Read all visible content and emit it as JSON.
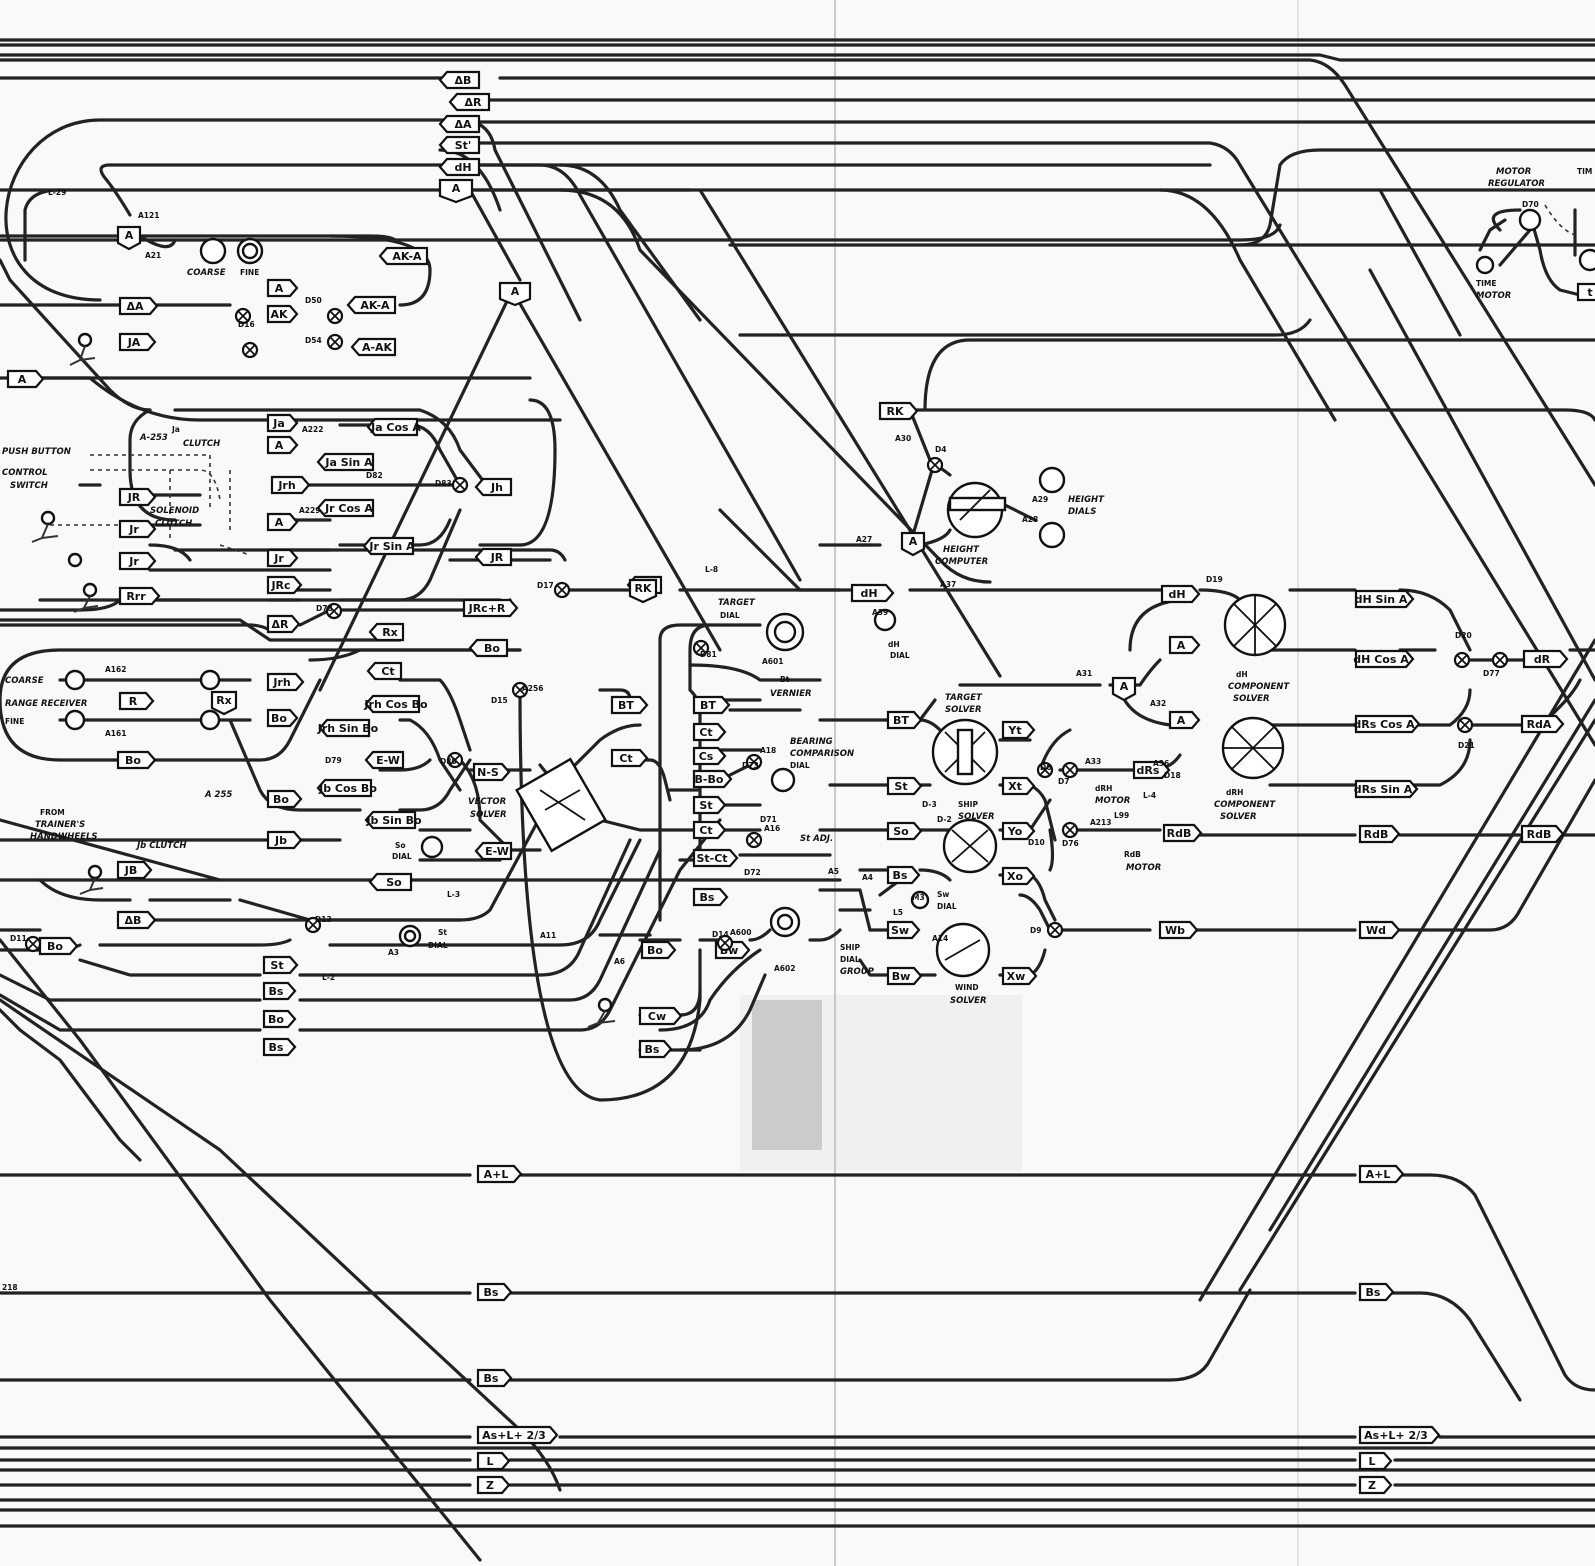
{
  "diagram": {
    "bus_tags_top": [
      "ΔB",
      "ΔR",
      "ΔA",
      "St'",
      "dH",
      "A"
    ],
    "flags": [
      {
        "text": "ΔB"
      },
      {
        "text": "ΔR"
      },
      {
        "text": "ΔA"
      },
      {
        "text": "St'"
      },
      {
        "text": "dH"
      },
      {
        "text": "A"
      },
      {
        "text": "A"
      },
      {
        "text": "AK-A"
      },
      {
        "text": "A"
      },
      {
        "text": "ΔA"
      },
      {
        "text": "AK"
      },
      {
        "text": "AK-A"
      },
      {
        "text": "JA"
      },
      {
        "text": "A-AK"
      },
      {
        "text": "A"
      },
      {
        "text": "A"
      },
      {
        "text": "Ja"
      },
      {
        "text": "Ja Cos A"
      },
      {
        "text": "A"
      },
      {
        "text": "Ja Sin A"
      },
      {
        "text": "Jrh"
      },
      {
        "text": "Jh"
      },
      {
        "text": "JR"
      },
      {
        "text": "Jr Cos A"
      },
      {
        "text": "Jr"
      },
      {
        "text": "A"
      },
      {
        "text": "Jr Sin A"
      },
      {
        "text": "JR"
      },
      {
        "text": "Jr"
      },
      {
        "text": "Jr"
      },
      {
        "text": "JRc"
      },
      {
        "text": "JRc+R"
      },
      {
        "text": "Rrr"
      },
      {
        "text": "ΔR"
      },
      {
        "text": "Rx"
      },
      {
        "text": "Rx"
      },
      {
        "text": "Bo"
      },
      {
        "text": "Ct"
      },
      {
        "text": "Jrh"
      },
      {
        "text": "Rx"
      },
      {
        "text": "Jrh Cos Bo"
      },
      {
        "text": "R"
      },
      {
        "text": "Bo"
      },
      {
        "text": "Jrh Sin Bo"
      },
      {
        "text": "Bo"
      },
      {
        "text": "E-W"
      },
      {
        "text": "N-S"
      },
      {
        "text": "Jb Cos Bo"
      },
      {
        "text": "Bo"
      },
      {
        "text": "Jb Sin Bo"
      },
      {
        "text": "Jb"
      },
      {
        "text": "E-W"
      },
      {
        "text": "JB"
      },
      {
        "text": "So"
      },
      {
        "text": "ΔB"
      },
      {
        "text": "Bo"
      },
      {
        "text": "St"
      },
      {
        "text": "Bs"
      },
      {
        "text": "Bo"
      },
      {
        "text": "Bs"
      },
      {
        "text": "BT"
      },
      {
        "text": "Ct"
      },
      {
        "text": "BT"
      },
      {
        "text": "Ct"
      },
      {
        "text": "Cs"
      },
      {
        "text": "B-Bo"
      },
      {
        "text": "St"
      },
      {
        "text": "Ct"
      },
      {
        "text": "St-Ct"
      },
      {
        "text": "Bs"
      },
      {
        "text": "Bo"
      },
      {
        "text": "Bw"
      },
      {
        "text": "Cw"
      },
      {
        "text": "Bs"
      },
      {
        "text": "RK"
      },
      {
        "text": "RK"
      },
      {
        "text": "A"
      },
      {
        "text": "dH"
      },
      {
        "text": "BT"
      },
      {
        "text": "St"
      },
      {
        "text": "So"
      },
      {
        "text": "Bs"
      },
      {
        "text": "Sw"
      },
      {
        "text": "Bw"
      },
      {
        "text": "Yt"
      },
      {
        "text": "Xt"
      },
      {
        "text": "Yo"
      },
      {
        "text": "Xo"
      },
      {
        "text": "Xw"
      },
      {
        "text": "A"
      },
      {
        "text": "dH"
      },
      {
        "text": "A"
      },
      {
        "text": "A"
      },
      {
        "text": "dRs"
      },
      {
        "text": "RdB"
      },
      {
        "text": "Wb"
      },
      {
        "text": "dH Sin A"
      },
      {
        "text": "dH Cos A"
      },
      {
        "text": "dRs Cos A"
      },
      {
        "text": "dRs Sin A"
      },
      {
        "text": "RdB"
      },
      {
        "text": "Wd"
      },
      {
        "text": "dR"
      },
      {
        "text": "RdA"
      },
      {
        "text": "RdB"
      },
      {
        "text": "A+L"
      },
      {
        "text": "Bs"
      },
      {
        "text": "Bs"
      },
      {
        "text": "As+L+ 2/3"
      },
      {
        "text": "L"
      },
      {
        "text": "Z"
      },
      {
        "text": "A+L"
      },
      {
        "text": "Bs"
      },
      {
        "text": "As+L+ 2/3"
      },
      {
        "text": "L"
      },
      {
        "text": "Z"
      },
      {
        "text": "t"
      }
    ],
    "labels": [
      {
        "text": "L-29"
      },
      {
        "text": "A121"
      },
      {
        "text": "A21"
      },
      {
        "text": "COARSE"
      },
      {
        "text": "FINE"
      },
      {
        "text": "D16"
      },
      {
        "text": "D50"
      },
      {
        "text": "D54"
      },
      {
        "text": "A-253"
      },
      {
        "text": "Ja"
      },
      {
        "text": "CLUTCH"
      },
      {
        "text": "PUSH BUTTON"
      },
      {
        "text": "CONTROL"
      },
      {
        "text": "SWITCH"
      },
      {
        "text": "SOLENOID"
      },
      {
        "text": "CLUTCH"
      },
      {
        "text": "A222"
      },
      {
        "text": "D82"
      },
      {
        "text": "D83"
      },
      {
        "text": "A229"
      },
      {
        "text": "D17"
      },
      {
        "text": "D78"
      },
      {
        "text": "L-8"
      },
      {
        "text": "COARSE"
      },
      {
        "text": "A162"
      },
      {
        "text": "RANGE RECEIVER"
      },
      {
        "text": "FINE"
      },
      {
        "text": "A161"
      },
      {
        "text": "D79"
      },
      {
        "text": "D80"
      },
      {
        "text": "D15"
      },
      {
        "text": "A256"
      },
      {
        "text": "VECTOR"
      },
      {
        "text": "SOLVER"
      },
      {
        "text": "FROM"
      },
      {
        "text": "TRAINER'S"
      },
      {
        "text": "HANDWHEELS"
      },
      {
        "text": "Jb CLUTCH"
      },
      {
        "text": "A 255"
      },
      {
        "text": "So"
      },
      {
        "text": "DIAL"
      },
      {
        "text": "L-3"
      },
      {
        "text": "D11"
      },
      {
        "text": "D13"
      },
      {
        "text": "St"
      },
      {
        "text": "DIAL"
      },
      {
        "text": "A3"
      },
      {
        "text": "L-2"
      },
      {
        "text": "A11"
      },
      {
        "text": "TARGET"
      },
      {
        "text": "DIAL"
      },
      {
        "text": "D81"
      },
      {
        "text": "A601"
      },
      {
        "text": "Bt"
      },
      {
        "text": "VERNIER"
      },
      {
        "text": "A18"
      },
      {
        "text": "D73"
      },
      {
        "text": "BEARING"
      },
      {
        "text": "COMPARISON"
      },
      {
        "text": "DIAL"
      },
      {
        "text": "D71"
      },
      {
        "text": "St ADJ."
      },
      {
        "text": "D72"
      },
      {
        "text": "A16"
      },
      {
        "text": "A5"
      },
      {
        "text": "A6"
      },
      {
        "text": "D14"
      },
      {
        "text": "A600"
      },
      {
        "text": "A602"
      },
      {
        "text": "SHIP"
      },
      {
        "text": "DIAL"
      },
      {
        "text": "GROUP"
      },
      {
        "text": "A30"
      },
      {
        "text": "D4"
      },
      {
        "text": "A27"
      },
      {
        "text": "HEIGHT"
      },
      {
        "text": "COMPUTER"
      },
      {
        "text": "A29"
      },
      {
        "text": "A28"
      },
      {
        "text": "HEIGHT"
      },
      {
        "text": "DIALS"
      },
      {
        "text": "A37"
      },
      {
        "text": "A39"
      },
      {
        "text": "dH"
      },
      {
        "text": "DIAL"
      },
      {
        "text": "TARGET"
      },
      {
        "text": "SOLVER"
      },
      {
        "text": "D-3"
      },
      {
        "text": "D-2"
      },
      {
        "text": "SHIP"
      },
      {
        "text": "SOLVER"
      },
      {
        "text": "A4"
      },
      {
        "text": "L5"
      },
      {
        "text": "M3"
      },
      {
        "text": "Sw"
      },
      {
        "text": "DIAL"
      },
      {
        "text": "A14"
      },
      {
        "text": "WIND"
      },
      {
        "text": "SOLVER"
      },
      {
        "text": "D6"
      },
      {
        "text": "D7"
      },
      {
        "text": "A33"
      },
      {
        "text": "dRH"
      },
      {
        "text": "MOTOR"
      },
      {
        "text": "L-4"
      },
      {
        "text": "A36"
      },
      {
        "text": "D18"
      },
      {
        "text": "D10"
      },
      {
        "text": "D76"
      },
      {
        "text": "A213"
      },
      {
        "text": "L99"
      },
      {
        "text": "RdB"
      },
      {
        "text": "MOTOR"
      },
      {
        "text": "D9"
      },
      {
        "text": "A31"
      },
      {
        "text": "A32"
      },
      {
        "text": "D19"
      },
      {
        "text": "dH"
      },
      {
        "text": "COMPONENT"
      },
      {
        "text": "SOLVER"
      },
      {
        "text": "dRH"
      },
      {
        "text": "COMPONENT"
      },
      {
        "text": "SOLVER"
      },
      {
        "text": "D20"
      },
      {
        "text": "D77"
      },
      {
        "text": "D21"
      },
      {
        "text": "MOTOR"
      },
      {
        "text": "REGULATOR"
      },
      {
        "text": "D70"
      },
      {
        "text": "TIME"
      },
      {
        "text": "MOTOR"
      },
      {
        "text": "TIM"
      },
      {
        "text": "218"
      }
    ]
  }
}
